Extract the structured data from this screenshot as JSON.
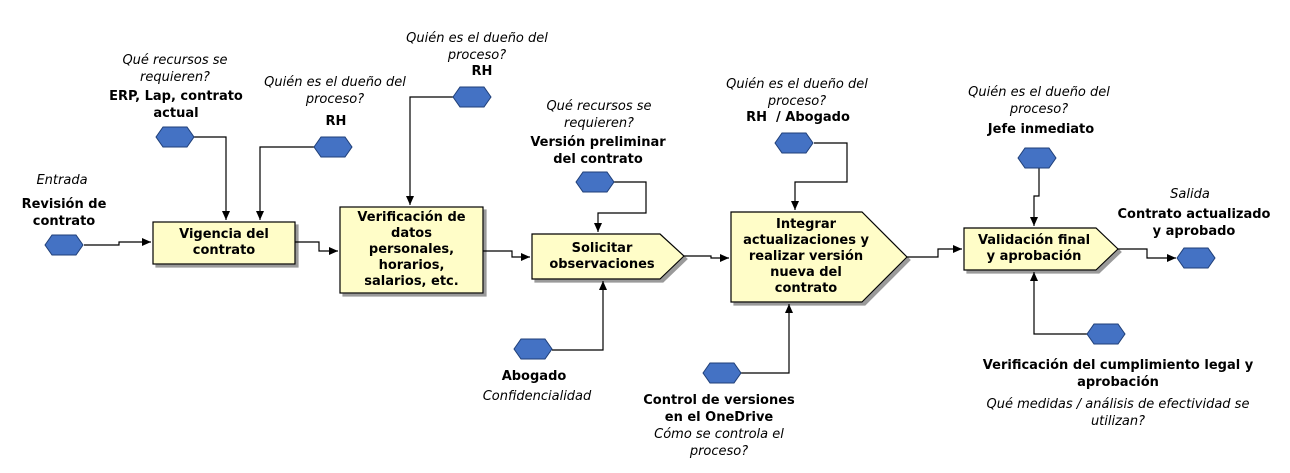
{
  "entrada": {
    "label": "Entrada",
    "value": "Revisión de\ncontrato"
  },
  "salida": {
    "label": "Salida",
    "value": "Contrato actualizado\ny aprobado"
  },
  "steps": [
    {
      "title": "Vigencia del\ncontrato"
    },
    {
      "title": "Verificación de\ndatos\npersonales,\nhorarios,\nsalarios, etc."
    },
    {
      "title": "Solicitar\nobservaciones"
    },
    {
      "title": "Integrar\nactualizaciones y\nrealizar versión\nnueva del\ncontrato"
    },
    {
      "title": "Validación final\ny aprobación"
    }
  ],
  "annotations": {
    "a1": {
      "question": "Qué recursos se\nrequieren?",
      "answer": "ERP, Lap, contrato\nactual"
    },
    "a2": {
      "question": "Quién es el dueño del\nproceso?",
      "answer": "RH"
    },
    "a3": {
      "question": "Quién es el dueño del\nproceso?",
      "answer": "RH"
    },
    "a4": {
      "question": "Qué recursos se\nrequieren?",
      "answer": "Versión preliminar\ndel contrato"
    },
    "a5": {
      "answer": "Abogado",
      "note": "Confidencialidad"
    },
    "a6": {
      "question": "Quién es el dueño del\nproceso?",
      "answer": "RH  / Abogado"
    },
    "a7": {
      "answer": "Control de versiones\nen el OneDrive",
      "question": "Cómo se controla el\nproceso?"
    },
    "a8": {
      "question": "Quién es el dueño del\nproceso?",
      "answer": "Jefe inmediato"
    },
    "a9": {
      "answer": "Verificación del cumplimiento legal y\naprobación",
      "question": "Qué medidas / análisis de efectividad se\nutilizan?"
    }
  },
  "colors": {
    "box_fill": "#fffdc8",
    "hex_fill": "#4472c4",
    "hex_stroke": "#1f3f78",
    "line": "#000000"
  }
}
